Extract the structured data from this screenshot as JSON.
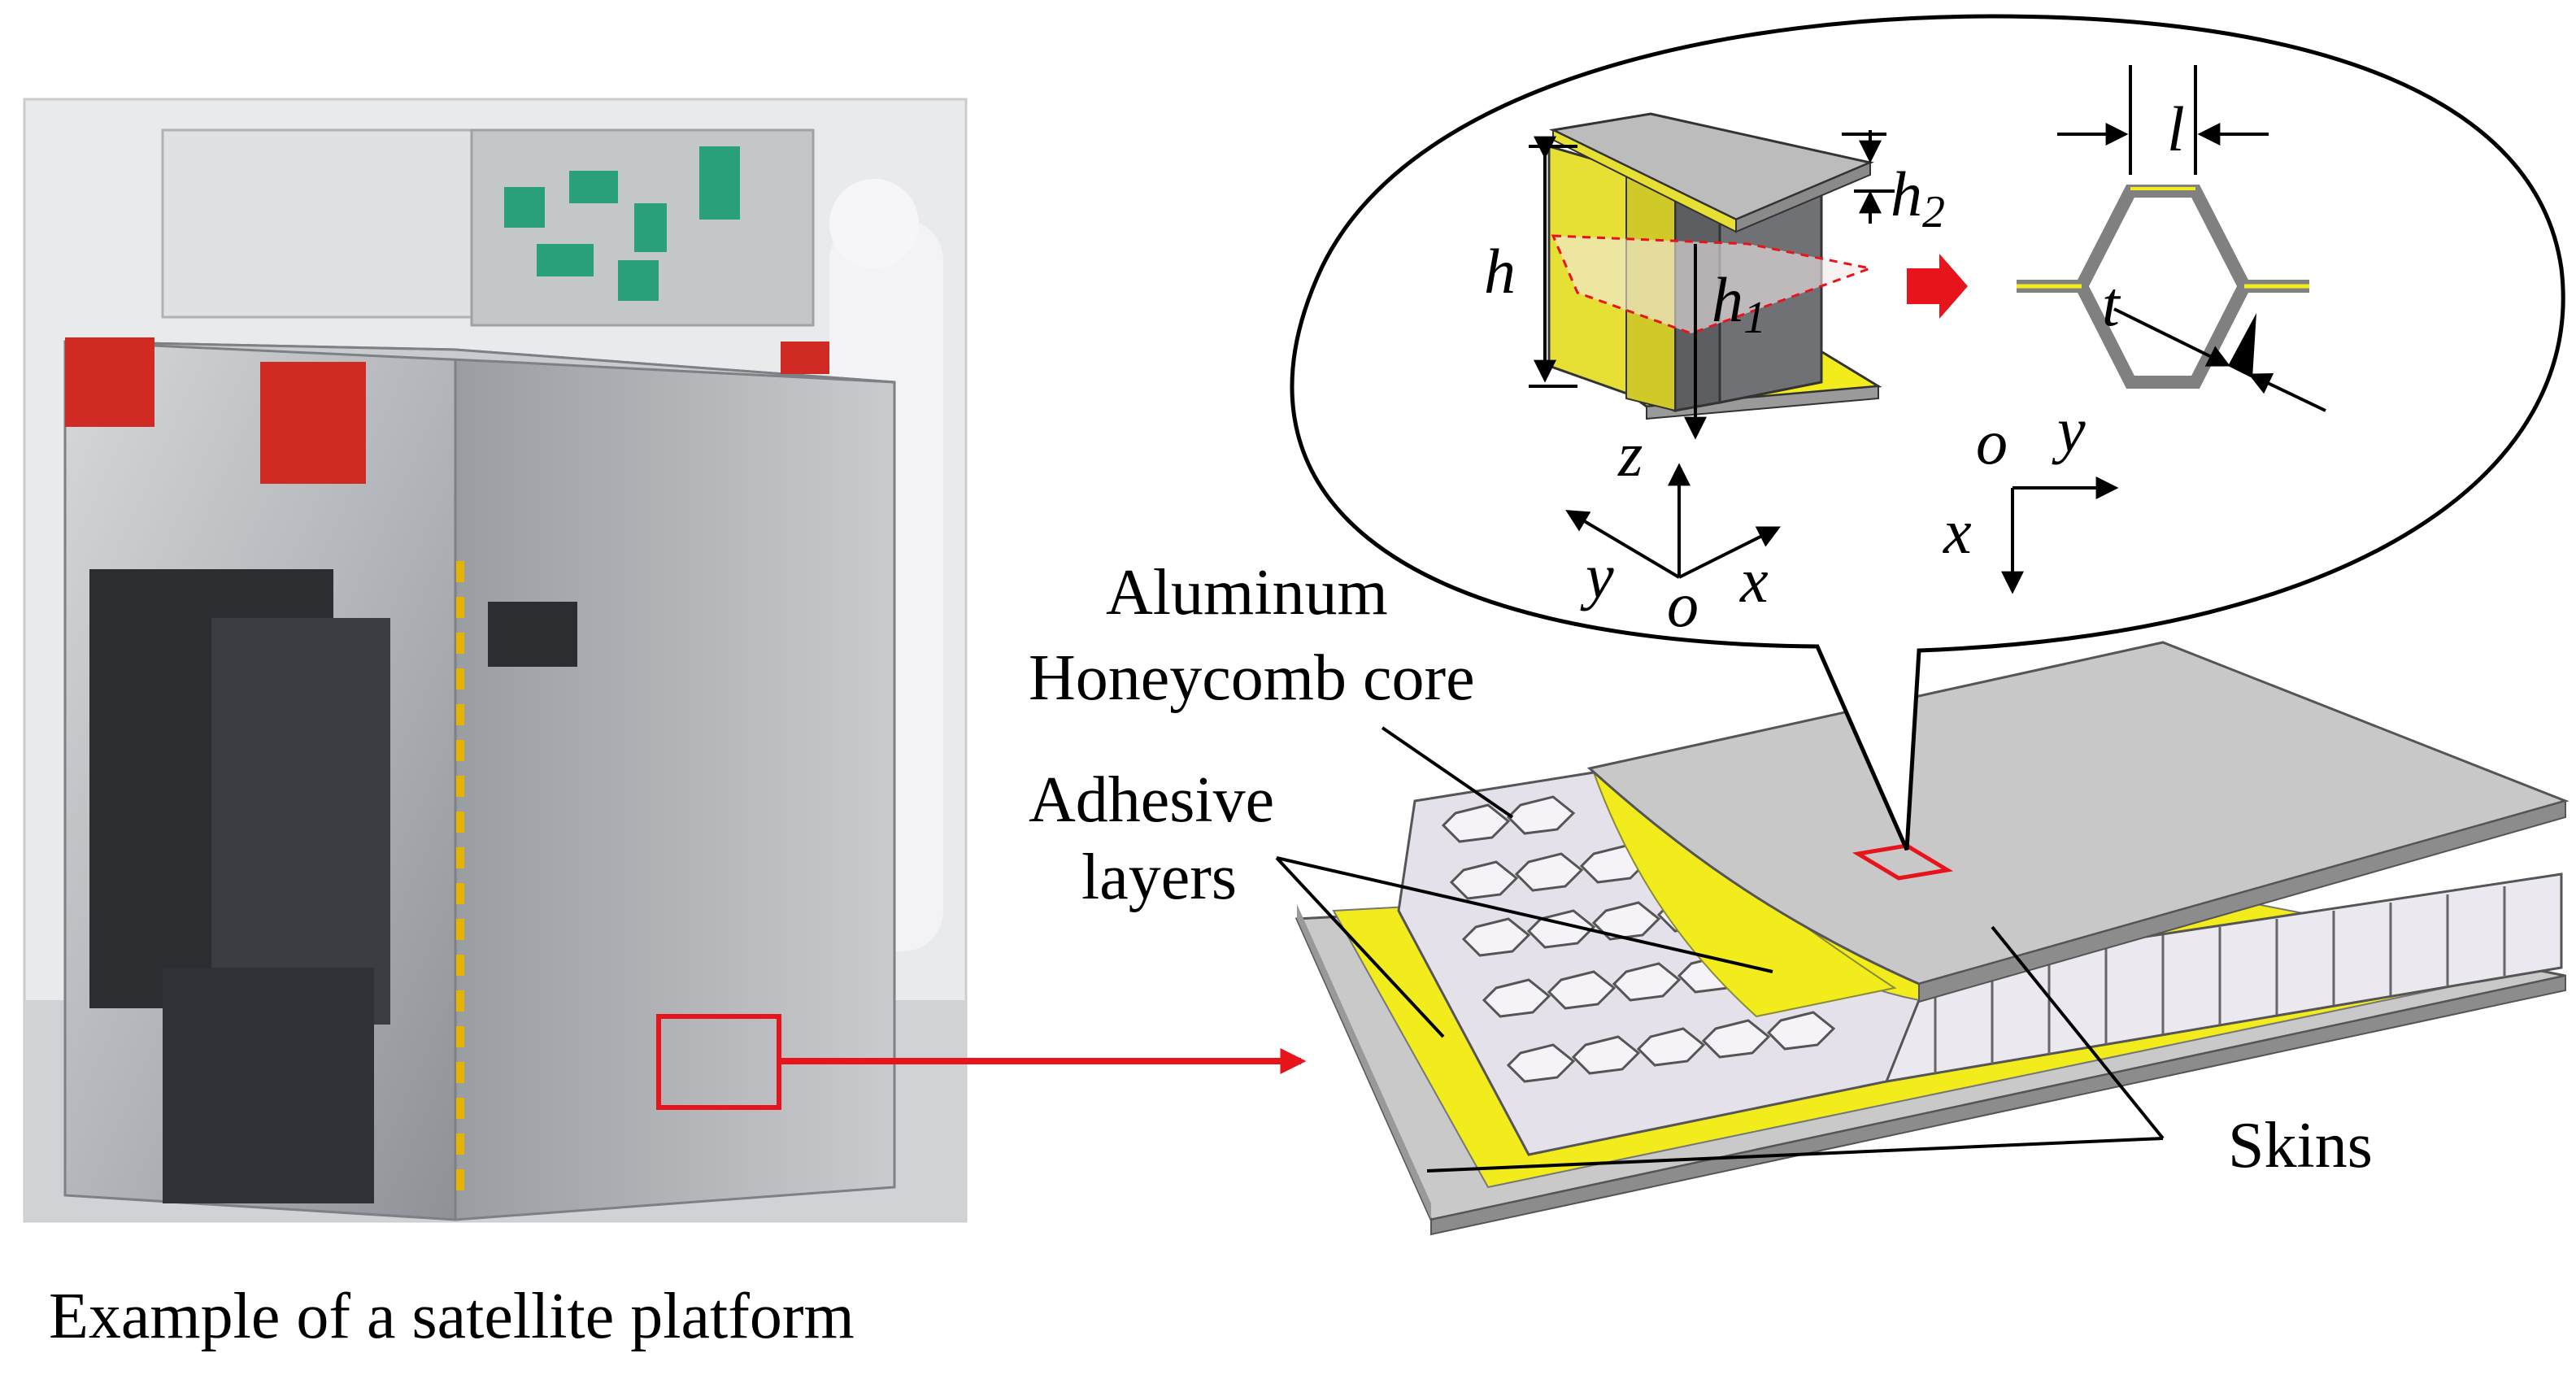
{
  "caption_left": "Example of a satellite platform",
  "labels": {
    "aluminum_line1": "Aluminum",
    "aluminum_line2": "Honeycomb core",
    "adhesive_line1": "Adhesive",
    "adhesive_line2": "layers",
    "skins": "Skins"
  },
  "symbols": {
    "h": "h",
    "h1_base": "h",
    "h1_sub": "1",
    "h2_base": "h",
    "h2_sub": "2",
    "l": "l",
    "t": "t",
    "axis_z": "z",
    "axis_y_left": "y",
    "axis_x_left": "x",
    "axis_o_left": "o",
    "axis_o_right": "o",
    "axis_y_right": "y",
    "axis_x_right": "x"
  },
  "colors": {
    "highlight": "#e8141b",
    "adhesive": "#f2ec1c",
    "skin": "#bdbdbd",
    "skin_top": "#c8c8c8",
    "cell_wall": "#e6e2ec"
  }
}
